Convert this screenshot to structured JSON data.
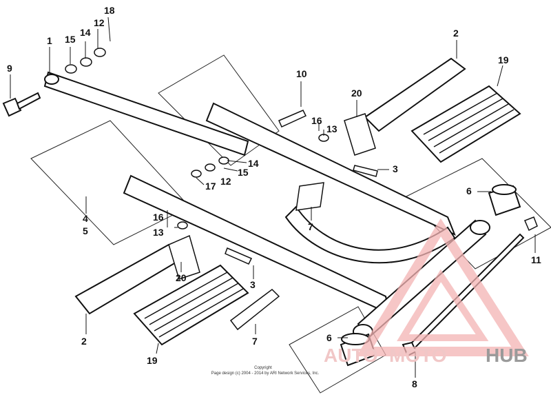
{
  "callouts": {
    "1": "1",
    "2": "2",
    "3": "3",
    "4": "4",
    "5": "5",
    "6": "6",
    "7": "7",
    "8": "8",
    "9": "9",
    "10": "10",
    "11": "11",
    "12": "12",
    "13": "13",
    "14": "14",
    "15": "15",
    "16": "16",
    "17": "17",
    "18": "18",
    "19": "19",
    "20": "20"
  },
  "copyright": {
    "line1": "Copyright",
    "line2": "Page design (c) 2004 - 2014 by ARI Network Services, Inc."
  },
  "watermark": {
    "part1": "AUTO",
    "part2": "MOTO",
    "part3": "HUB"
  },
  "colors": {
    "line": "#111111",
    "watermark_red": "#f3b3b3",
    "watermark_grey": "#9a9a9a"
  }
}
